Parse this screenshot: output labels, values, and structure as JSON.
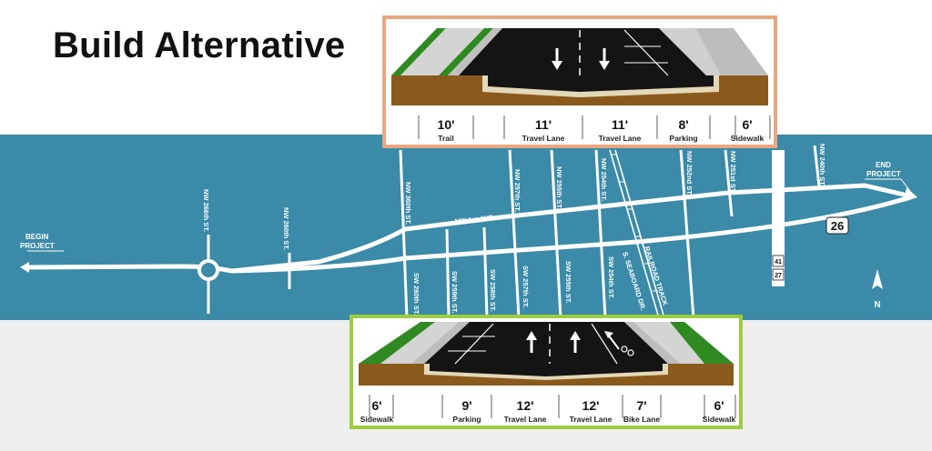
{
  "title": "Build Alternative",
  "map": {
    "colors": {
      "band": "#3a8aa8",
      "road": "#ffffff",
      "bottom_bg": "#efefef"
    },
    "begin_label": [
      "BEGIN",
      "PROJECT"
    ],
    "end_label": [
      "END",
      "PROJECT"
    ],
    "ave_label": "NW 1st AVE.",
    "north_label": "N",
    "us_route_shield": "26",
    "state_route_shields": [
      "41",
      "27"
    ],
    "north_streets": [
      "NW 266th ST.",
      "NW 260th ST.",
      "NW 360th ST.",
      "NW 257th ST.",
      "NW 255th ST.",
      "NW 254th ST.",
      "NW 252nd ST.",
      "NW 251st ST.",
      "NW 240th ST."
    ],
    "south_streets": [
      "SW 260th ST.",
      "SW 259th ST.",
      "SW 258th ST.",
      "SW 257th ST.",
      "SW 255th ST.",
      "SW 254th ST.",
      "S. SEABOARD DR.",
      "RAILROAD TRACK"
    ]
  },
  "cross_section_top": {
    "segments": [
      {
        "value": "10'",
        "name": "Trail"
      },
      {
        "value": "11'",
        "name": "Travel Lane"
      },
      {
        "value": "11'",
        "name": "Travel Lane"
      },
      {
        "value": "8'",
        "name": "Parking"
      },
      {
        "value": "6'",
        "name": "Sidewalk"
      }
    ]
  },
  "cross_section_bottom": {
    "segments": [
      {
        "value": "6'",
        "name": "Sidewalk"
      },
      {
        "value": "9'",
        "name": "Parking"
      },
      {
        "value": "12'",
        "name": "Travel Lane"
      },
      {
        "value": "12'",
        "name": "Travel Lane"
      },
      {
        "value": "7'",
        "name": "Bike Lane"
      },
      {
        "value": "6'",
        "name": "Sidewalk"
      }
    ]
  }
}
